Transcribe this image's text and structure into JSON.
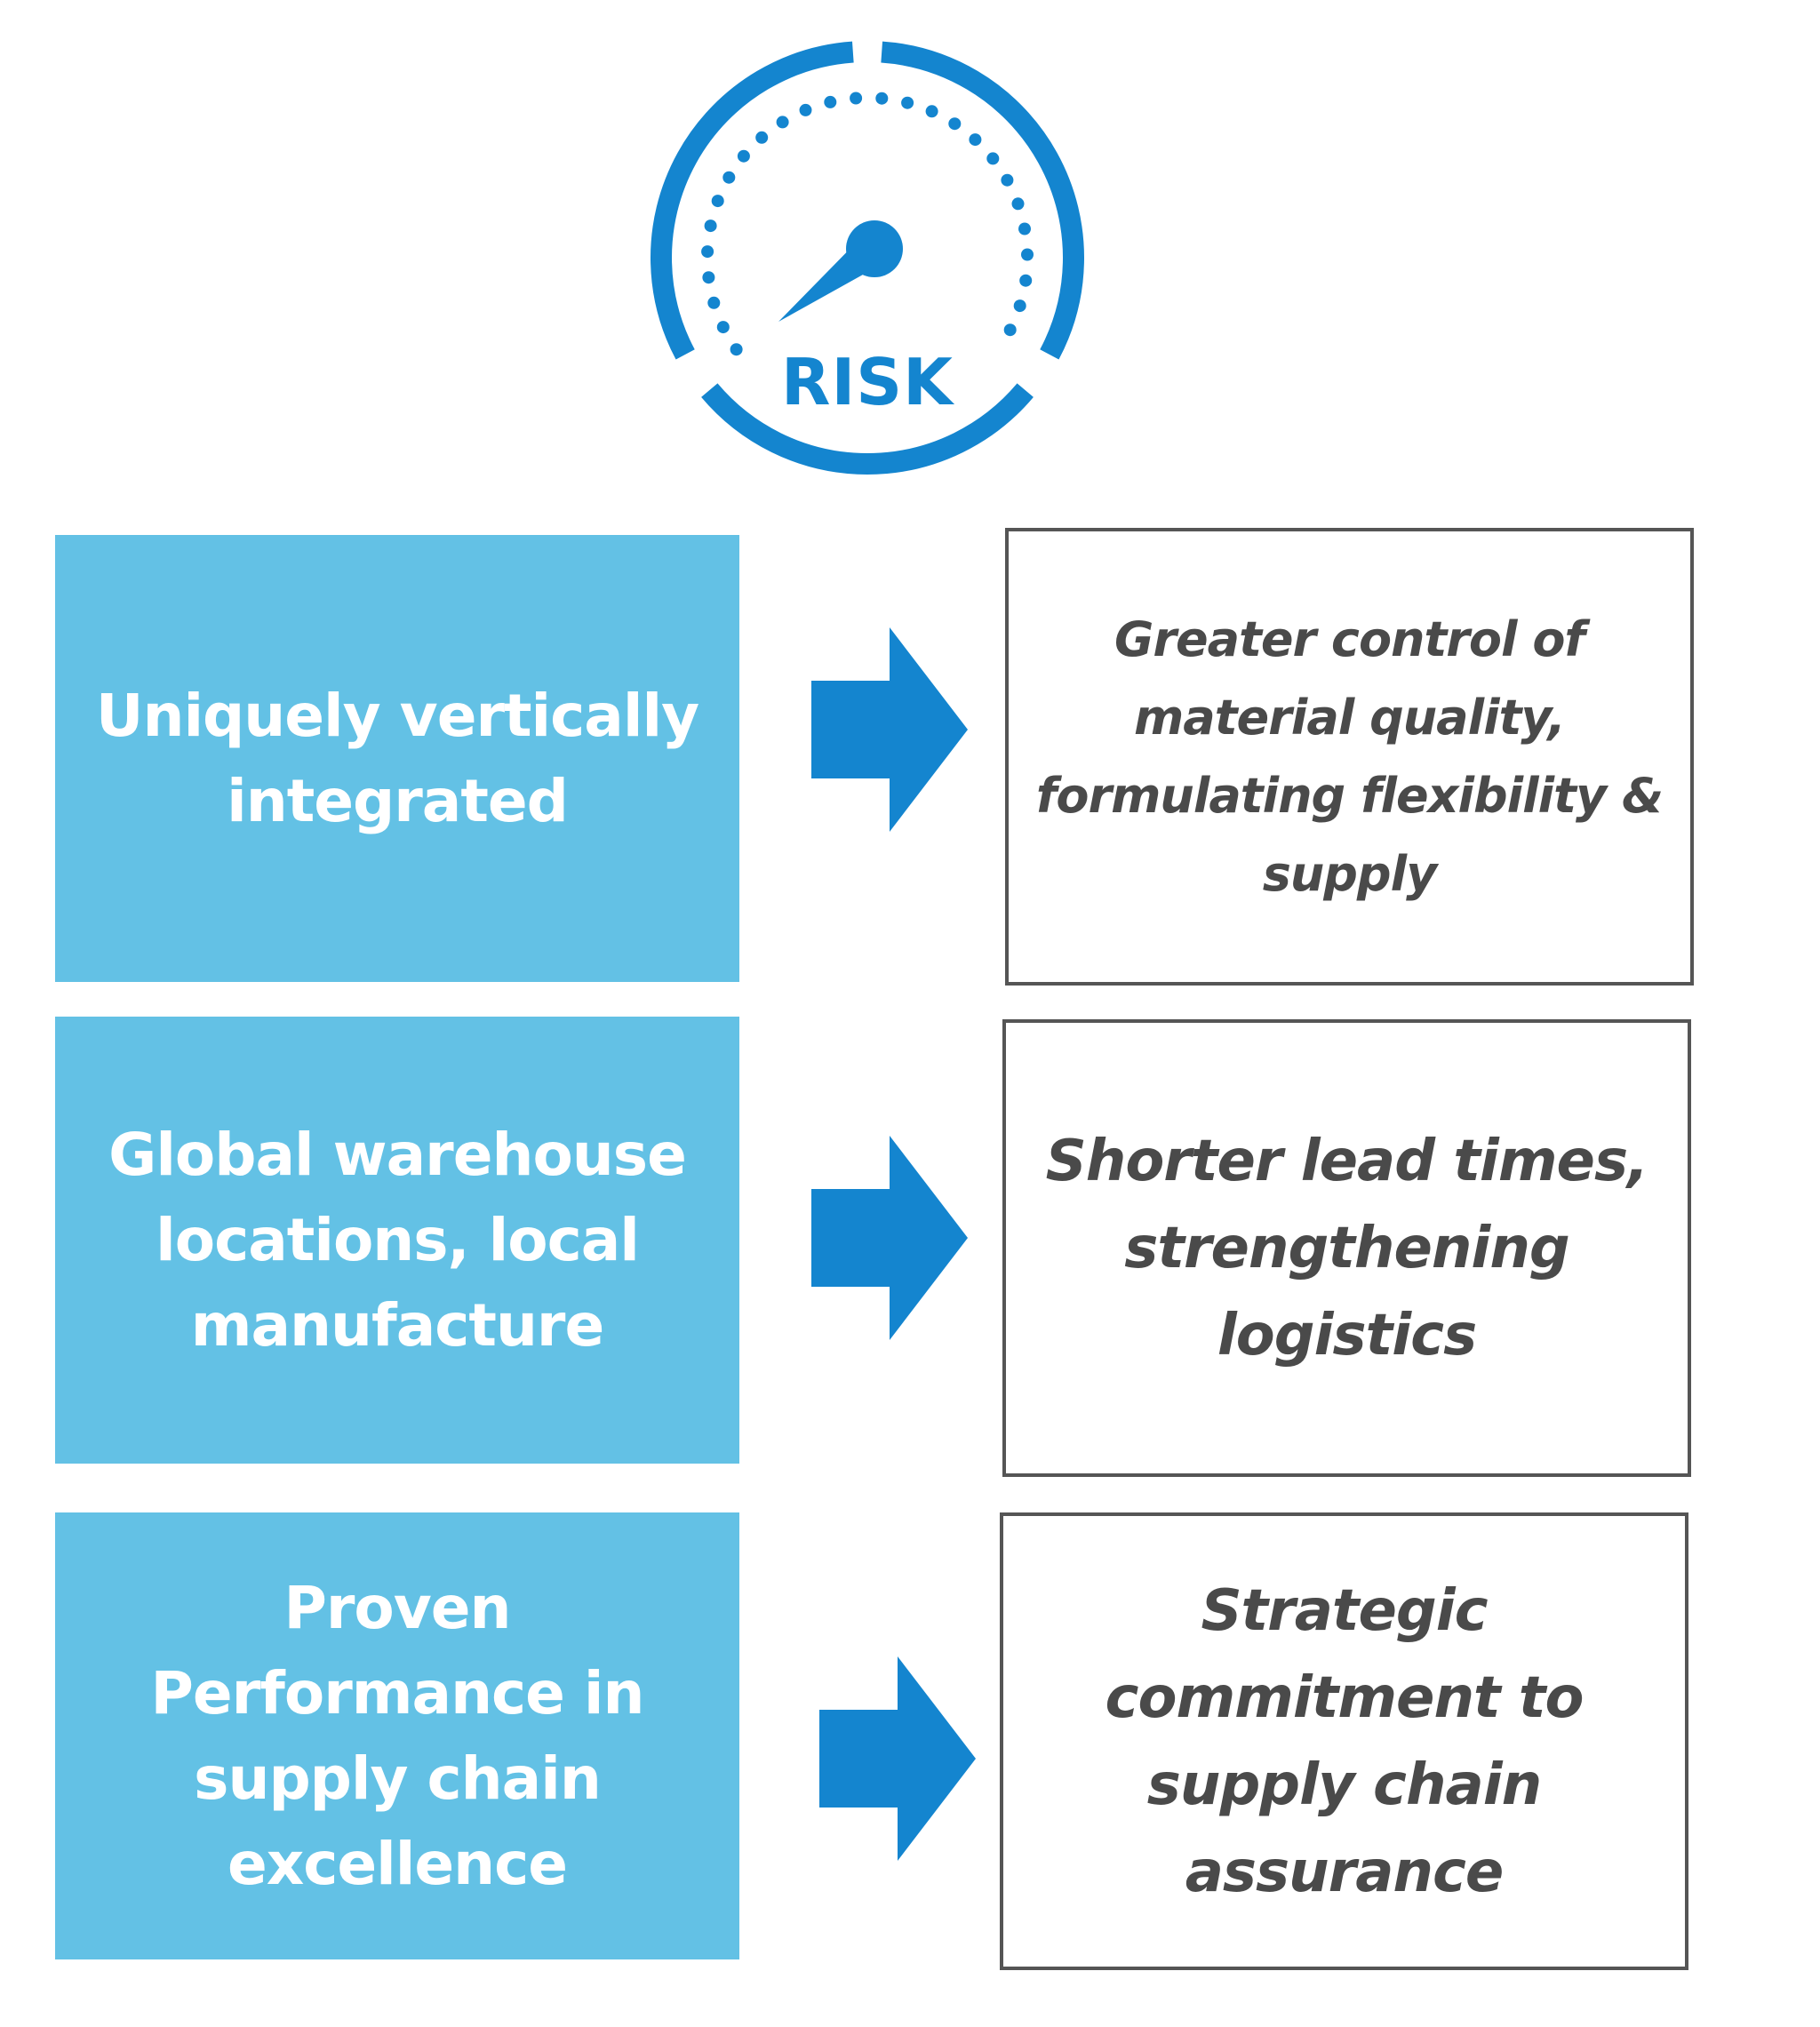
{
  "colors": {
    "accent_blue": "#1485cf",
    "box_fill": "#63c1e5",
    "box_text": "#ffffff",
    "benefit_text": "#4a4a4a",
    "benefit_border": "#555555"
  },
  "gauge": {
    "icon": "speedometer-gauge-icon",
    "label": "RISK"
  },
  "rows": [
    {
      "feature": "Uniquely vertically integrated",
      "benefit": "Greater control of material quality, formulating flexibility & supply"
    },
    {
      "feature": "Global warehouse locations, local manufacture",
      "benefit": "Shorter lead times, strengthening logistics"
    },
    {
      "feature": "Proven Performance in supply chain excellence",
      "benefit": "Strategic commitment to supply chain assurance"
    }
  ]
}
